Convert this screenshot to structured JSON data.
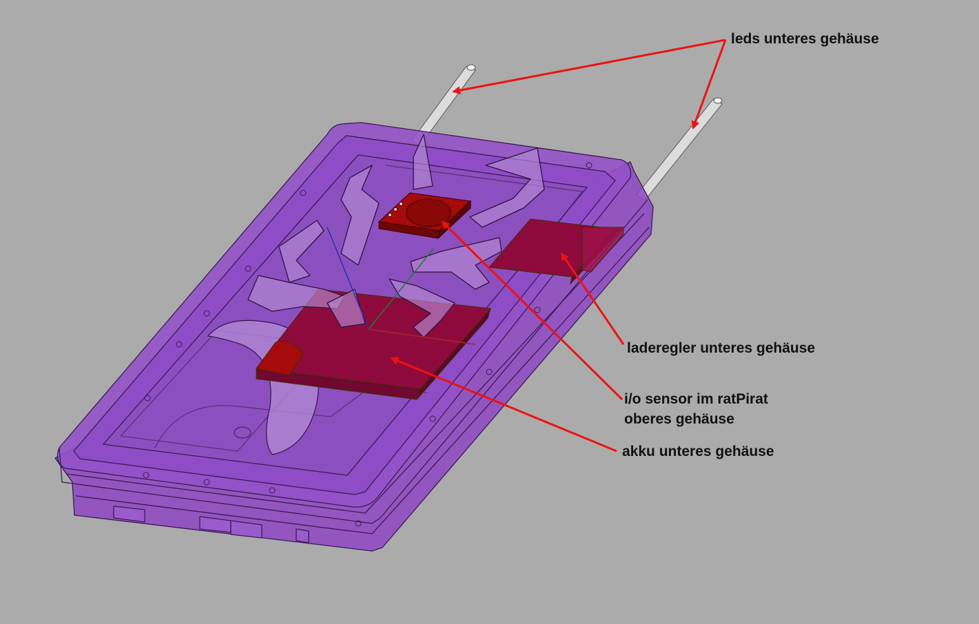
{
  "labels": {
    "leds": "leds unteres gehäuse",
    "laderegler": "laderegler unteres gehäuse",
    "io_sensor_line1": "i/o sensor im ratPirat",
    "io_sensor_line2": "oberes gehäuse",
    "akku": "akku unteres gehäuse"
  },
  "colors": {
    "background": "#ababab",
    "housing_fill": "#8a3fc0",
    "housing_stroke": "#3a1a52",
    "component_red": "#a60a0a",
    "component_crimson": "#8f0a3c",
    "arrow": "#ee1111",
    "led_rod": "#dddddd"
  }
}
